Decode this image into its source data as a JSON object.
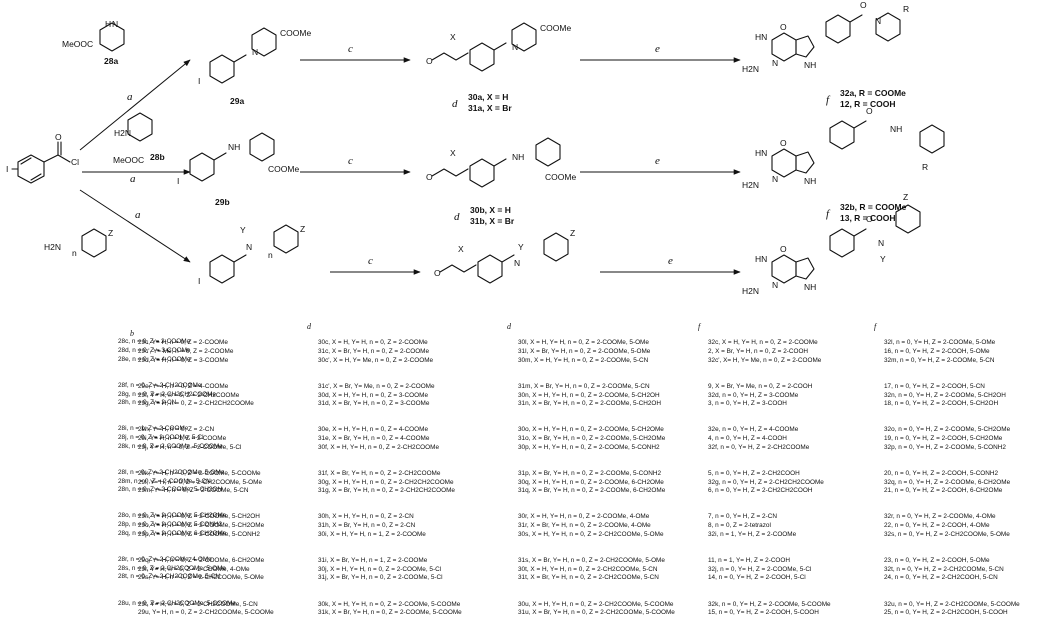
{
  "reagents": {
    "a": "a",
    "c": "c",
    "d": "d",
    "e": "e",
    "f": "f"
  },
  "atoms": {
    "I": "I",
    "Cl": "Cl",
    "O": "O",
    "N": "N",
    "NH": "NH",
    "HN": "HN",
    "H2N": "H2N",
    "X": "X",
    "Y": "Y",
    "Z": "Z",
    "R": "R",
    "n": "n",
    "COOMe": "COOMe",
    "MeOOC": "MeOOC",
    "H": "H"
  },
  "compounds": {
    "c28a": "28a",
    "c28b": "28b",
    "c29a": "29a",
    "c29b": "29b",
    "c30a": "30a, X = H",
    "c31a": "31a, X = Br",
    "c30b": "30b, X = H",
    "c31b": "31b, X = Br",
    "c32a": "32a, R = COOMe",
    "c12": "12,  R = COOH",
    "c32b": "32b, R = COOMe",
    "c13": "13,  R = COOH"
  },
  "list28": [
    "28c, n = 0, Z = 2-COOMe",
    "28d, n = 0, Z = 3-COOMe",
    "28e, n = 0, Z = 4-COOMe",
    "28f, n = 0, Z = 2-CH2COOMe",
    "28g, n = 0, Z = 2-CH2CH2COOMe",
    "28h, n = 0, Z = 2-CN",
    "28i, n = 1, Z = 2-COOMe",
    "28j, n = 0, Z = 2-COOMe, 5-Cl",
    "28k, n = 0, Z = 2-COOMe, 5-COOMe",
    "28l, n = 0, Z = 2-CH2COOMe, 5-OMe",
    "28m, n = 0, Z = 2-COOMe, 5-CN",
    "28n, n = 0, Z = 2-COOMe, 5-CH2OH",
    "28o, n = 0, Z = 2-COOMe, 5-CH2OMe",
    "28p, n = 0, Z = 2-COOMe, 5-CONH2",
    "28q, n = 0, Z = 2-COOMe, 6-CH2OMe",
    "28r, n = 0, Z = 2-COOMe, 4-OMe",
    "28s, n = 0, Z = 2-CH2COOMe, 5-OMe",
    "28t, n = 0, Z = 2-CH2COOMe, 5-CN",
    "28u, n = 0, Z = 2-CH2COOMe, 5-COOMe"
  ],
  "list29": [
    "29c, Y= H, n = 0, Z = 2-COOMe",
    "29c', Y= Me, n = 0, Z = 2-COOMe",
    "29d, Y= H, n = 0, Z = 3-COOMe",
    "29e, Y= H, n = 0, Z = 4-COOMe",
    "29f, Y= H, n = 0, Z = 2-CH2COOMe",
    "29g, Y= H, n = 0, Z = 2-CH2CH2COOMe",
    "29h, Y= H, n = 0, Z = 2-CN",
    "29i, Y= H, n = 1, Z = 2-COOMe",
    "29j, Y= H, n = 0, Z = 2-COOMe, 5-Cl",
    "29k, Y= H, n = 0, Z = 2-COOMe, 5-COOMe",
    "29l, Y= H, n = 0, Z = 2-CH2COOMe, 5-OMe",
    "29m, Y= H, n = 0, Z = 2-COOMe, 5-CN",
    "29n, Y= H, n = 0, Z = 2-COOMe, 5-CH2OH",
    "29o, Y= H, n = 0, Z = 2-COOMe, 5-CH2OMe",
    "29p, Y= H, n = 0, Z = 2-COOMe, 5-CONH2",
    "29q, Y= H, n = 0, Z = 2-COOMe, 6-CH2OMe",
    "29r, Y= H, n = 0, Z = 2-COOMe, 4-OMe",
    "29s, Y= H, n = 0, Z = 2-CH2COOMe, 5-OMe",
    "29t, Y= H, n = 0, Z = 2-CH2COOMe, 5-CN",
    "29u, Y= H, n = 0, Z = 2-CH2COOMe, 5-COOMe"
  ],
  "list30a": [
    "30c, X = H, Y= H, n = 0, Z = 2-COOMe",
    "31c, X = Br, Y= H, n = 0, Z = 2-COOMe",
    "30c', X = H, Y= Me, n = 0, Z = 2-COOMe",
    "31c', X = Br, Y= Me, n = 0, Z = 2-COOMe",
    "30d, X = H, Y= H, n = 0, Z = 3-COOMe",
    "31d, X = Br, Y= H, n = 0, Z = 3-COOMe",
    "30e, X = H, Y= H, n = 0, Z = 4-COOMe",
    "31e, X = Br, Y= H, n = 0, Z = 4-COOMe",
    "30f, X = H, Y= H, n = 0, Z = 2-CH2COOMe",
    "31f, X = Br, Y= H, n = 0, Z = 2-CH2COOMe",
    "30g, X = H, Y= H, n = 0, Z = 2-CH2CH2COOMe",
    "31g, X = Br, Y= H, n = 0, Z = 2-CH2CH2COOMe",
    "30h, X = H, Y= H, n = 0, Z = 2-CN",
    "31h, X = Br, Y= H, n = 0, Z = 2-CN",
    "30i, X = H, Y= H, n = 1, Z = 2-COOMe",
    "31i, X = Br, Y= H, n = 1, Z = 2-COOMe",
    "30j, X = H, Y= H, n = 0, Z = 2-COOMe, 5-Cl",
    "31j, X = Br, Y= H, n = 0, Z = 2-COOMe, 5-Cl",
    "30k, X = H, Y= H, n = 0, Z = 2-COOMe, 5-COOMe",
    "31k, X = Br, Y= H, n = 0, Z = 2-COOMe, 5-COOMe"
  ],
  "list30b": [
    "30l, X = H, Y= H, n = 0, Z = 2-COOMe, 5-OMe",
    "31l, X = Br, Y= H, n = 0, Z = 2-COOMe, 5-OMe",
    "30m, X = H, Y= H, n = 0, Z = 2-COOMe, 5-CN",
    "31m, X = Br, Y= H, n = 0, Z = 2-COOMe, 5-CN",
    "30n, X = H, Y= H, n = 0, Z = 2-COOMe, 5-CH2OH",
    "31n, X = Br, Y= H, n = 0, Z = 2-COOMe, 5-CH2OH",
    "30o, X = H, Y= H, n = 0, Z = 2-COOMe, 5-CH2OMe",
    "31o, X = Br, Y= H, n = 0, Z = 2-COOMe, 5-CH2OMe",
    "30p, X = H, Y= H, n = 0, Z = 2-COOMe, 5-CONH2",
    "31p, X = Br, Y= H, n = 0, Z = 2-COOMe, 5-CONH2",
    "30q, X = H, Y= H, n = 0, Z = 2-COOMe, 6-CH2OMe",
    "31q, X = Br, Y= H, n = 0, Z = 2-COOMe, 6-CH2OMe",
    "30r, X = H, Y= H, n = 0, Z = 2-COOMe, 4-OMe",
    "31r, X = Br, Y= H, n = 0, Z = 2-COOMe, 4-OMe",
    "30s, X = H, Y= H, n = 0, Z = 2-CH2COOMe, 5-OMe",
    "31s, X = Br, Y= H, n = 0, Z = 2-CH2COOMe, 5-OMe",
    "30t, X = H, Y= H, n = 0, Z = 2-CH2COOMe, 5-CN",
    "31t, X = Br, Y= H, n = 0, Z = 2-CH2COOMe, 5-CN",
    "30u, X = H, Y= H, n = 0, Z = 2-CH2COOMe, 5-COOMe",
    "31u, X = Br, Y= H, n = 0, Z = 2-CH2COOMe, 5-COOMe"
  ],
  "list32a": [
    "32c, X = H, Y= H, n = 0, Z = 2-COOMe",
    "2, X = Br, Y= H, n = 0, Z = 2-COOH",
    "32c', X= H, Y= Me, n = 0, Z = 2-COOMe",
    "9, X = Br, Y= Me, n = 0, Z = 2-COOH",
    "32d, n = 0, Y= H, Z = 3-COOMe",
    "3, n = 0, Y= H, Z = 3-COOH",
    "32e, n = 0, Y= H, Z = 4-COOMe",
    "4, n = 0, Y= H, Z = 4-COOH",
    "32f, n = 0, Y= H, Z = 2-CH2COOMe",
    "5, n = 0, Y= H, Z = 2-CH2COOH",
    "32g, n = 0, Y= H, Z = 2-CH2CH2COOMe",
    "6, n = 0, Y= H, Z = 2-CH2CH2COOH",
    "7, n = 0, Y= H, Z = 2-CN",
    "8, n = 0, Z = 2-tetrazol",
    "32i, n = 1, Y= H, Z = 2-COOMe",
    "11, n = 1, Y= H, Z = 2-COOH",
    "32j, n = 0, Y= H, Z = 2-COOMe, 5-Cl",
    "14, n = 0, Y= H, Z = 2-COOH, 5-Cl",
    "32k, n = 0, Y= H, Z = 2-COOMe, 5-COOMe",
    "15, n = 0, Y= H, Z = 2-COOH, 5-COOH"
  ],
  "list32b": [
    "32l, n = 0, Y= H, Z = 2-COOMe, 5-OMe",
    "16, n = 0, Y= H, Z = 2-COOH, 5-OMe",
    "32m, n = 0, Y= H, Z = 2-COOMe, 5-CN",
    "17, n = 0, Y= H, Z = 2-COOH, 5-CN",
    "32n, n = 0, Y= H, Z = 2-COOMe, 5-CH2OH",
    "18, n = 0, Y= H, Z = 2-COOH, 5-CH2OH",
    "32o, n = 0, Y= H, Z = 2-COOMe, 5-CH2OMe",
    "19, n = 0, Y= H, Z = 2-COOH, 5-CH2OMe",
    "32p, n = 0, Y= H, Z = 2-COOMe, 5-CONH2",
    "20, n = 0, Y= H, Z = 2-COOH, 5-CONH2",
    "32q, n = 0, Y= H, Z = 2-COOMe, 6-CH2OMe",
    "21, n = 0, Y= H, Z = 2-COOH, 6-CH2OMe",
    "32r, n = 0, Y= H, Z = 2-COOMe, 4-OMe",
    "22, n = 0, Y= H, Z = 2-COOH, 4-OMe",
    "32s, n = 0, Y= H, Z = 2-CH2COOMe, 5-OMe",
    "23, n = 0, Y= H, Z = 2-COOH, 5-OMe",
    "32t, n = 0, Y= H, Z = 2-CH2COOMe, 5-CN",
    "24, n = 0, Y= H, Z = 2-CH2COOH, 5-CN",
    "32u, n = 0, Y= H, Z = 2-CH2COOMe, 5-COOMe",
    "25, n = 0, Y= H, Z = 2-CH2COOH, 5-COOH"
  ]
}
